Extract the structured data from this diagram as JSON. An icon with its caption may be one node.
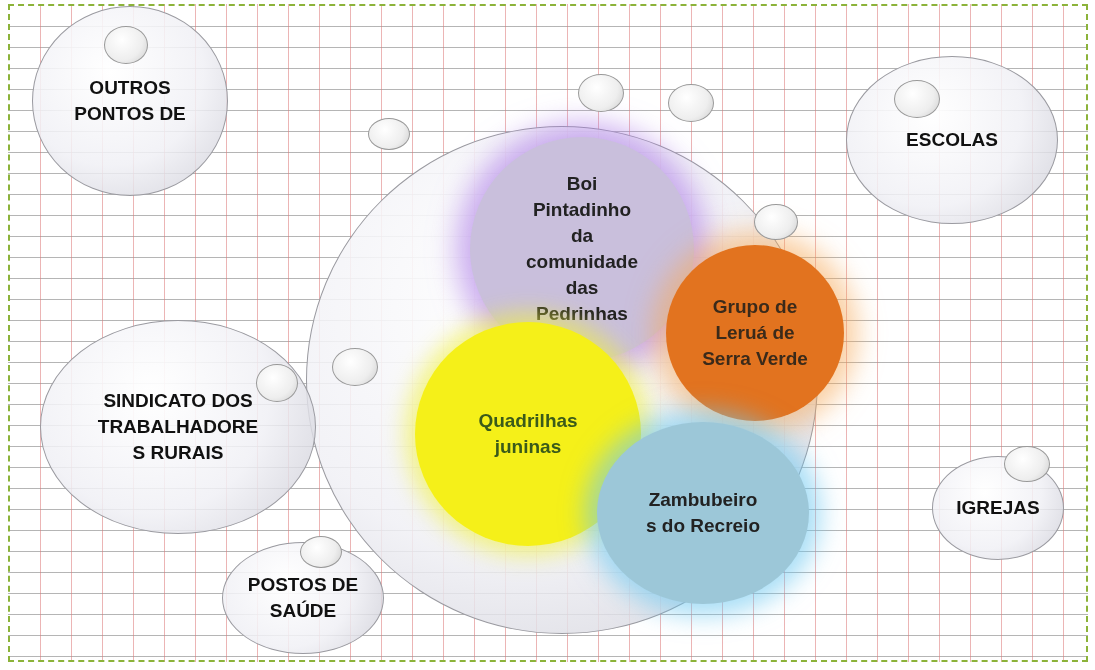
{
  "diagram": {
    "nodes": [
      {
        "text": [
          "OUTROS PONTOS DE"
        ]
      },
      {
        "text": [
          "ESCOLAS"
        ]
      },
      {
        "text": [],
        "shape": "circle"
      },
      {
        "text": [
          "Boi Pintadinho da comunidade das Pedrinhas"
        ],
        "in": 2
      },
      {
        "text": [
          "Grupo de Leruá de Serra Verde"
        ],
        "in": 2
      },
      {
        "text": [
          "Quadrilhas juninas"
        ],
        "in": 2
      },
      {
        "text": [
          "Zambubeiro s do Recreio"
        ],
        "in": 2
      },
      {
        "text": [
          "SINDICATO DOS TRABALHADORE S RURAIS"
        ]
      },
      {
        "text": [
          "IGREJAS"
        ]
      },
      {
        "text": [
          "POSTOS DE SAÚDE"
        ]
      }
    ]
  }
}
